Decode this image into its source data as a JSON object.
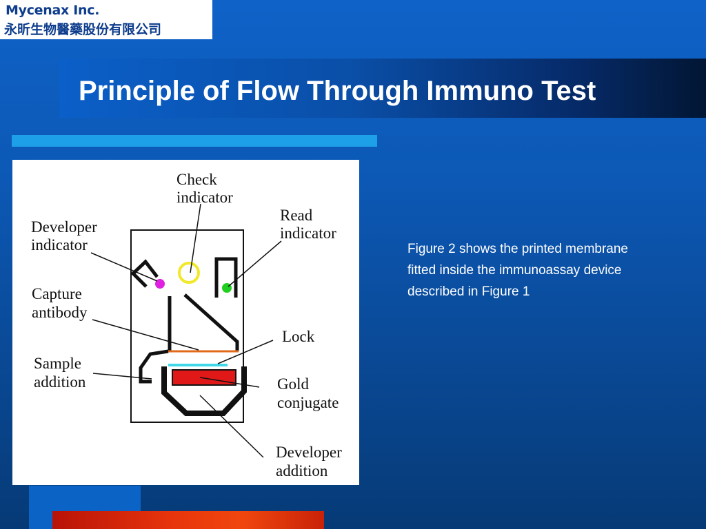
{
  "logo": {
    "name_en": "Mycenax Inc.",
    "name_zh": "永昕生物醫藥股份有限公司"
  },
  "slide": {
    "title": "Principle of Flow Through Immuno Test",
    "description": "Figure 2 shows the printed membrane fitted inside the immunoassay device described in Figure 1"
  },
  "figure": {
    "labels": {
      "check_indicator_l1": "Check",
      "check_indicator_l2": "indicator",
      "read_indicator_l1": "Read",
      "read_indicator_l2": "indicator",
      "developer_indicator_l1": "Developer",
      "developer_indicator_l2": "indicator",
      "capture_antibody_l1": "Capture",
      "capture_antibody_l2": "antibody",
      "lock": "Lock",
      "sample_addition_l1": "Sample",
      "sample_addition_l2": "addition",
      "gold_conjugate_l1": "Gold",
      "gold_conjugate_l2": "conjugate",
      "developer_addition_l1": "Developer",
      "developer_addition_l2": "addition"
    },
    "colors": {
      "developer_dot": "#e020e0",
      "check_ring": "#f2e82a",
      "read_dot": "#20d020",
      "capture_line": "#e06a1a",
      "lock_line": "#40d8e8",
      "gold_conjugate": "#e01818"
    }
  },
  "theme": {
    "title_color": "#ffffff",
    "accent_bar": "#1ea0e8",
    "red_bar": "#e8350c"
  }
}
